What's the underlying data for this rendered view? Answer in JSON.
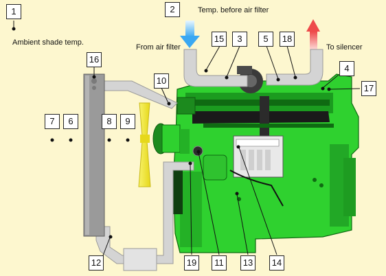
{
  "texts": {
    "ambient": "Ambient shade temp.",
    "temp_before": "Temp. before air filter",
    "from_filter": "From air filter",
    "to_silencer": "To silencer"
  },
  "callouts": [
    "1",
    "2",
    "3",
    "4",
    "5",
    "6",
    "7",
    "8",
    "9",
    "10",
    "11",
    "12",
    "13",
    "14",
    "15",
    "16",
    "17",
    "18",
    "19"
  ],
  "colors": {
    "background": "#fdf7cf",
    "engine_green": "#2fd12f",
    "engine_dark": "#0f6a12",
    "pipe_grey": "#d4d4d4",
    "radiator_grey": "#9a9a9a",
    "fan_yellow": "#f4ec2a",
    "arrow_blue": "#3aa8f2",
    "arrow_red": "#ee4a4a"
  }
}
